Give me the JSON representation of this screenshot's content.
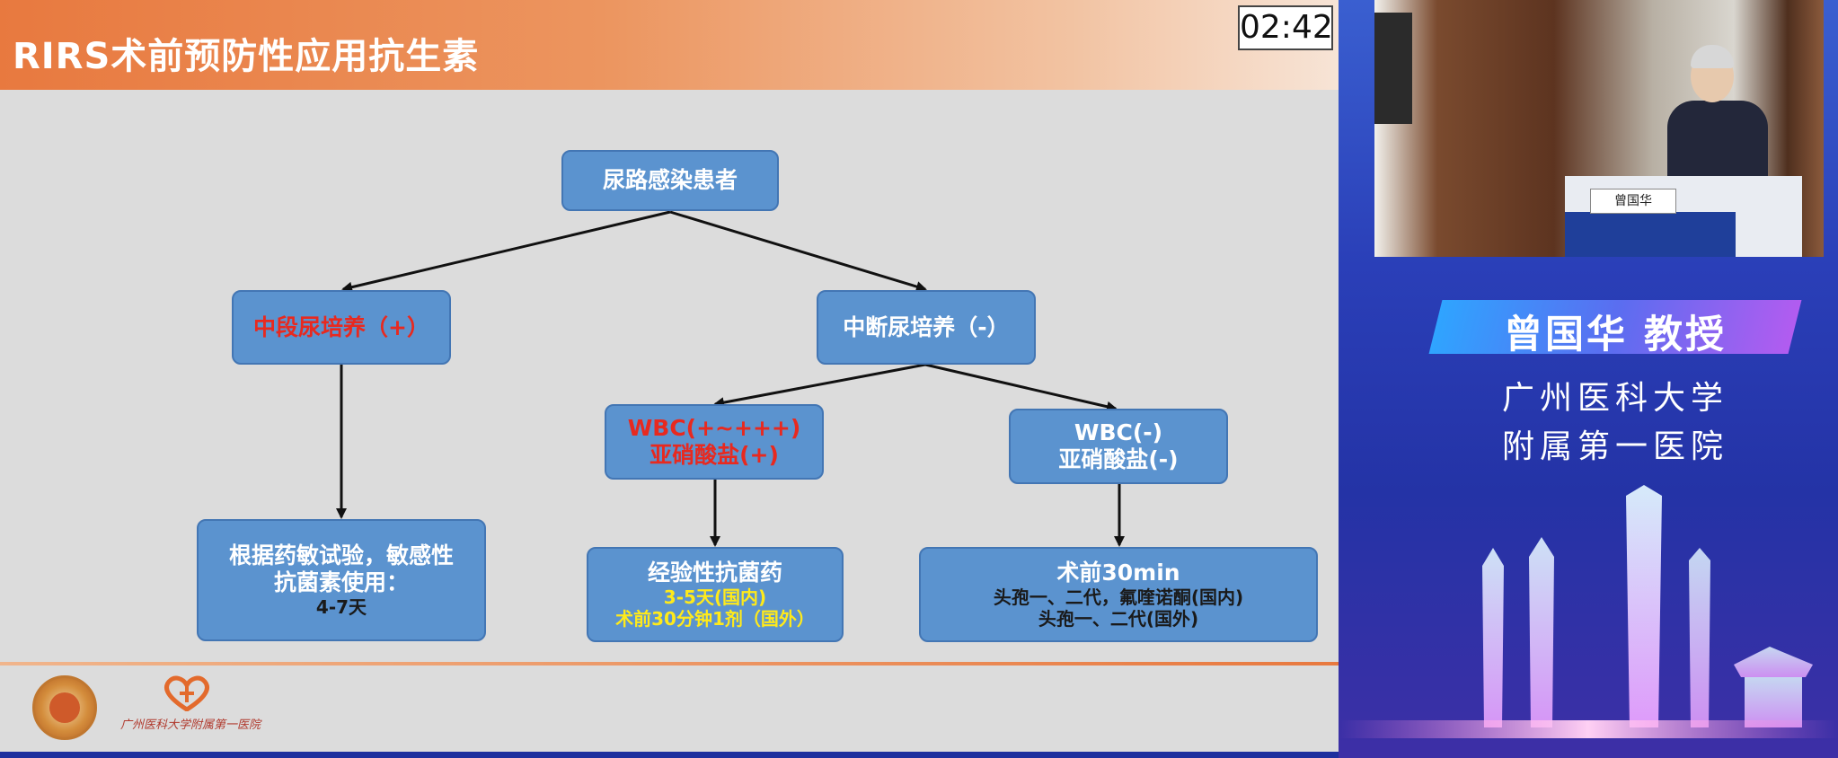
{
  "slide": {
    "title": "RIRS术前预防性应用抗生素",
    "timer": "02:42"
  },
  "flowchart": {
    "root": "尿路感染患者",
    "left_branch": "中段尿培养（+）",
    "right_branch": "中断尿培养（-）",
    "wbc_positive": {
      "line1": "WBC(+~+++)",
      "line2": "亚硝酸盐(+)"
    },
    "wbc_negative": {
      "line1": "WBC(-)",
      "line2": "亚硝酸盐(-)"
    },
    "leaf_left": {
      "line1": "根据药敏试验，敏感性",
      "line2": "抗菌素使用：",
      "line3": "4-7天"
    },
    "leaf_mid": {
      "line1": "经验性抗菌药",
      "line2": "3-5天(国内)",
      "line3": "术前30分钟1剂（国外）"
    },
    "leaf_right": {
      "line1": "术前30min",
      "line2": "头孢一、二代，氟喹诺酮(国内)",
      "line3": "头孢一、二代(国外)"
    }
  },
  "footer": {
    "logo2_text": "广州医科大学附属第一医院"
  },
  "panel": {
    "namecard": "曾国华",
    "speaker_name": "曾国华  教授",
    "institution_line1": "广州医科大学",
    "institution_line2": "附属第一医院"
  },
  "colors": {
    "node_fill": "#5b93cf",
    "highlight_red": "#e8291f",
    "highlight_yellow": "#ffea1a",
    "title_orange": "#e8793f"
  }
}
